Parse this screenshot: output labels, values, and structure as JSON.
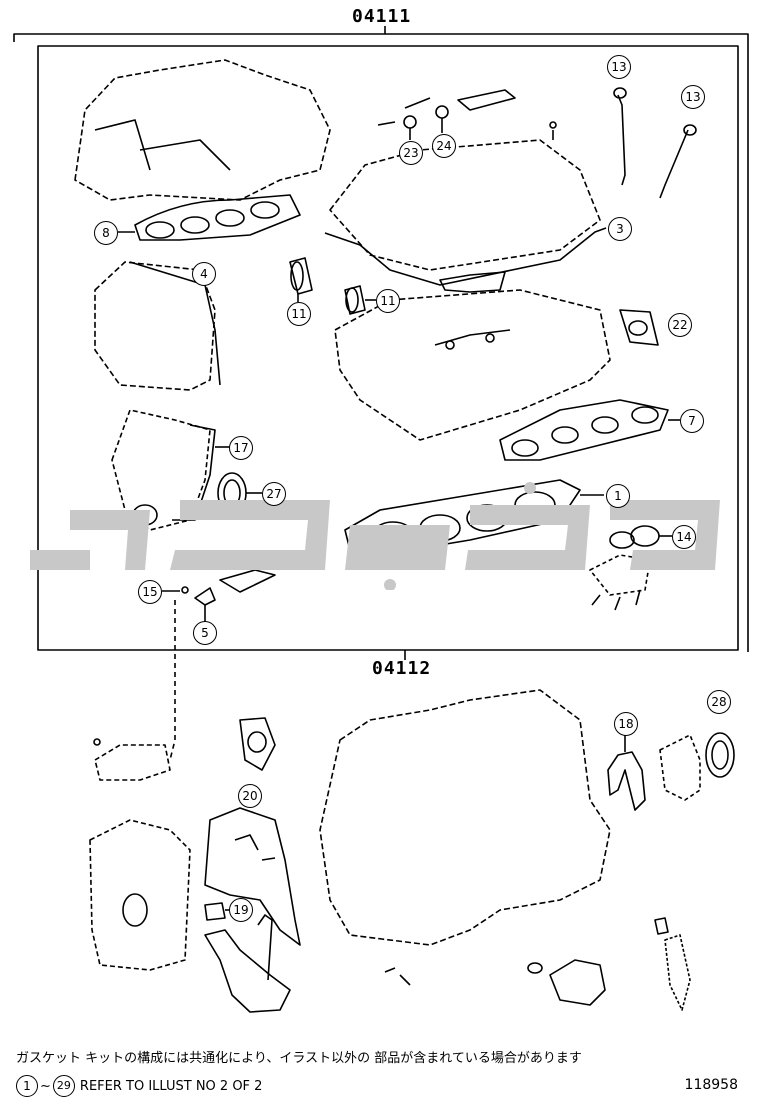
{
  "kit_labels": {
    "upper": "04111",
    "lower": "04112"
  },
  "callouts": [
    "1",
    "3",
    "4",
    "5",
    "7",
    "8",
    "11",
    "11",
    "13",
    "13",
    "14",
    "15",
    "17",
    "18",
    "19",
    "20",
    "22",
    "23",
    "24",
    "27",
    "28"
  ],
  "notes": {
    "japanese": "ガスケット キットの構成には共通化により、イラスト以外の 部品が含まれている場合があります",
    "refer_start": "1",
    "refer_end": "29",
    "refer_text": "REFER TO  ILLUST NO 2 OF 2"
  },
  "figure_number": "118958",
  "colors": {
    "line": "#000000",
    "watermark": "#c8c8c8"
  }
}
